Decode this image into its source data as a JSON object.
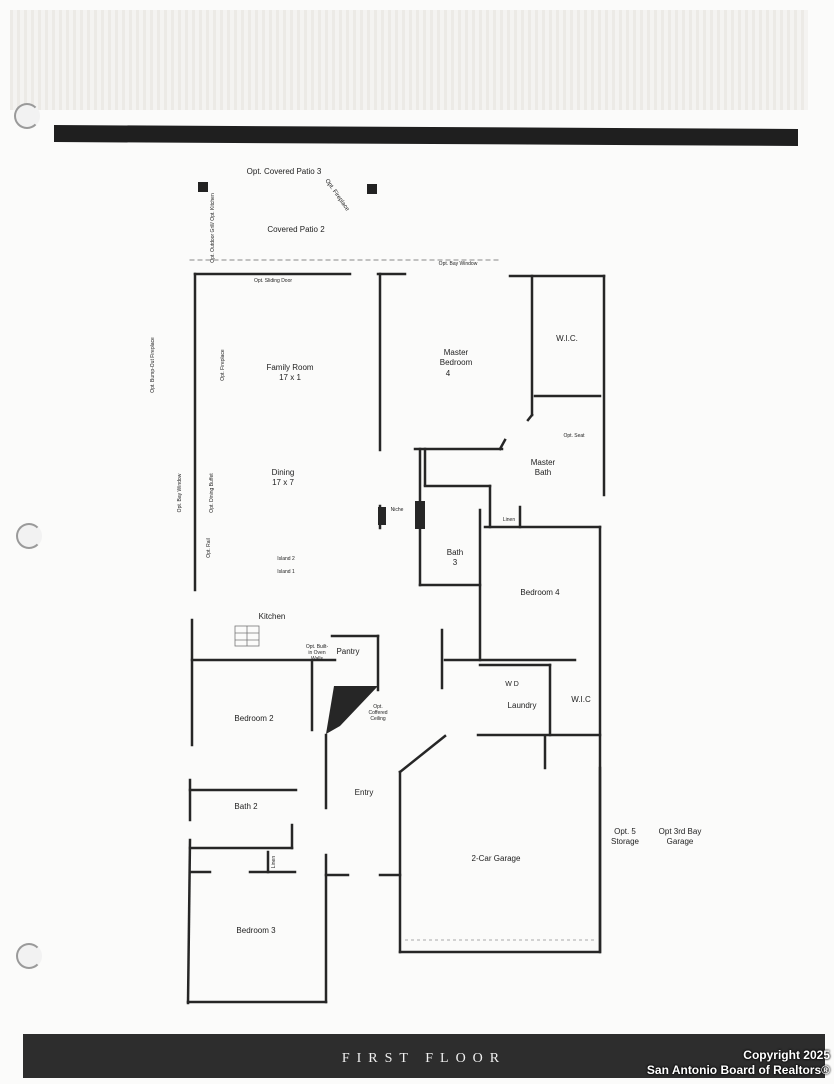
{
  "colors": {
    "wall": "#262626",
    "band": "#2d2d2d",
    "paper": "#fbfbfa"
  },
  "labels": {
    "opt_covered_patio_3": "Opt. Covered Patio 3",
    "opt_fireplace_patio": "Opt. Fireplace",
    "opt_outdoor_grill": "Opt. Outdoor Grill/ Opt. Kitchen",
    "covered_patio_2": "Covered Patio 2",
    "opt_bay_window_top": "Opt. Bay Window",
    "opt_sliding_door": "Opt. Sliding Door",
    "opt_bump_out_fireplace": "Opt. Bump-Out Fireplace",
    "opt_fireplace_family": "Opt. Fireplace",
    "family_room": "Family Room",
    "family_room_dim": "17 x 1",
    "master_bedroom": "Master Bedroom",
    "master_bedroom_num": "4",
    "wic_master": "W.I.C.",
    "opt_seat": "Opt. Seat",
    "master_bath": "Master Bath",
    "dining": "Dining",
    "dining_dim": "17 x 7",
    "opt_bay_window_left": "Opt. Bay Window",
    "opt_dining_buffet": "Opt. Dining Buffet",
    "niche": "Niche",
    "linen_master": "Linen",
    "bath_3": "Bath 3",
    "opt_rail": "Opt. Rail",
    "island_2": "Island 2",
    "island_1": "Island 1",
    "bedroom_4": "Bedroom 4",
    "kitchen": "Kitchen",
    "opt_built_in_oven": "Opt. Built-in Oven Walls",
    "pantry": "Pantry",
    "wd": "W  D",
    "laundry": "Laundry",
    "wic_4": "W.I.C",
    "bedroom_2": "Bedroom 2",
    "opt_coffered": "Opt. Coffered Ceiling",
    "bath_2": "Bath 2",
    "entry": "Entry",
    "linen_2": "Linen",
    "opt_5_storage": "Opt. 5 Storage",
    "opt_3rd_bay_garage": "Opt 3rd Bay Garage",
    "garage": "2-Car Garage",
    "bedroom_3": "Bedroom 3"
  },
  "footer": {
    "title": "FIRST FLOOR",
    "copyright_line1": "Copyright 2025",
    "copyright_line2": "San Antonio Board of Realtors®"
  }
}
